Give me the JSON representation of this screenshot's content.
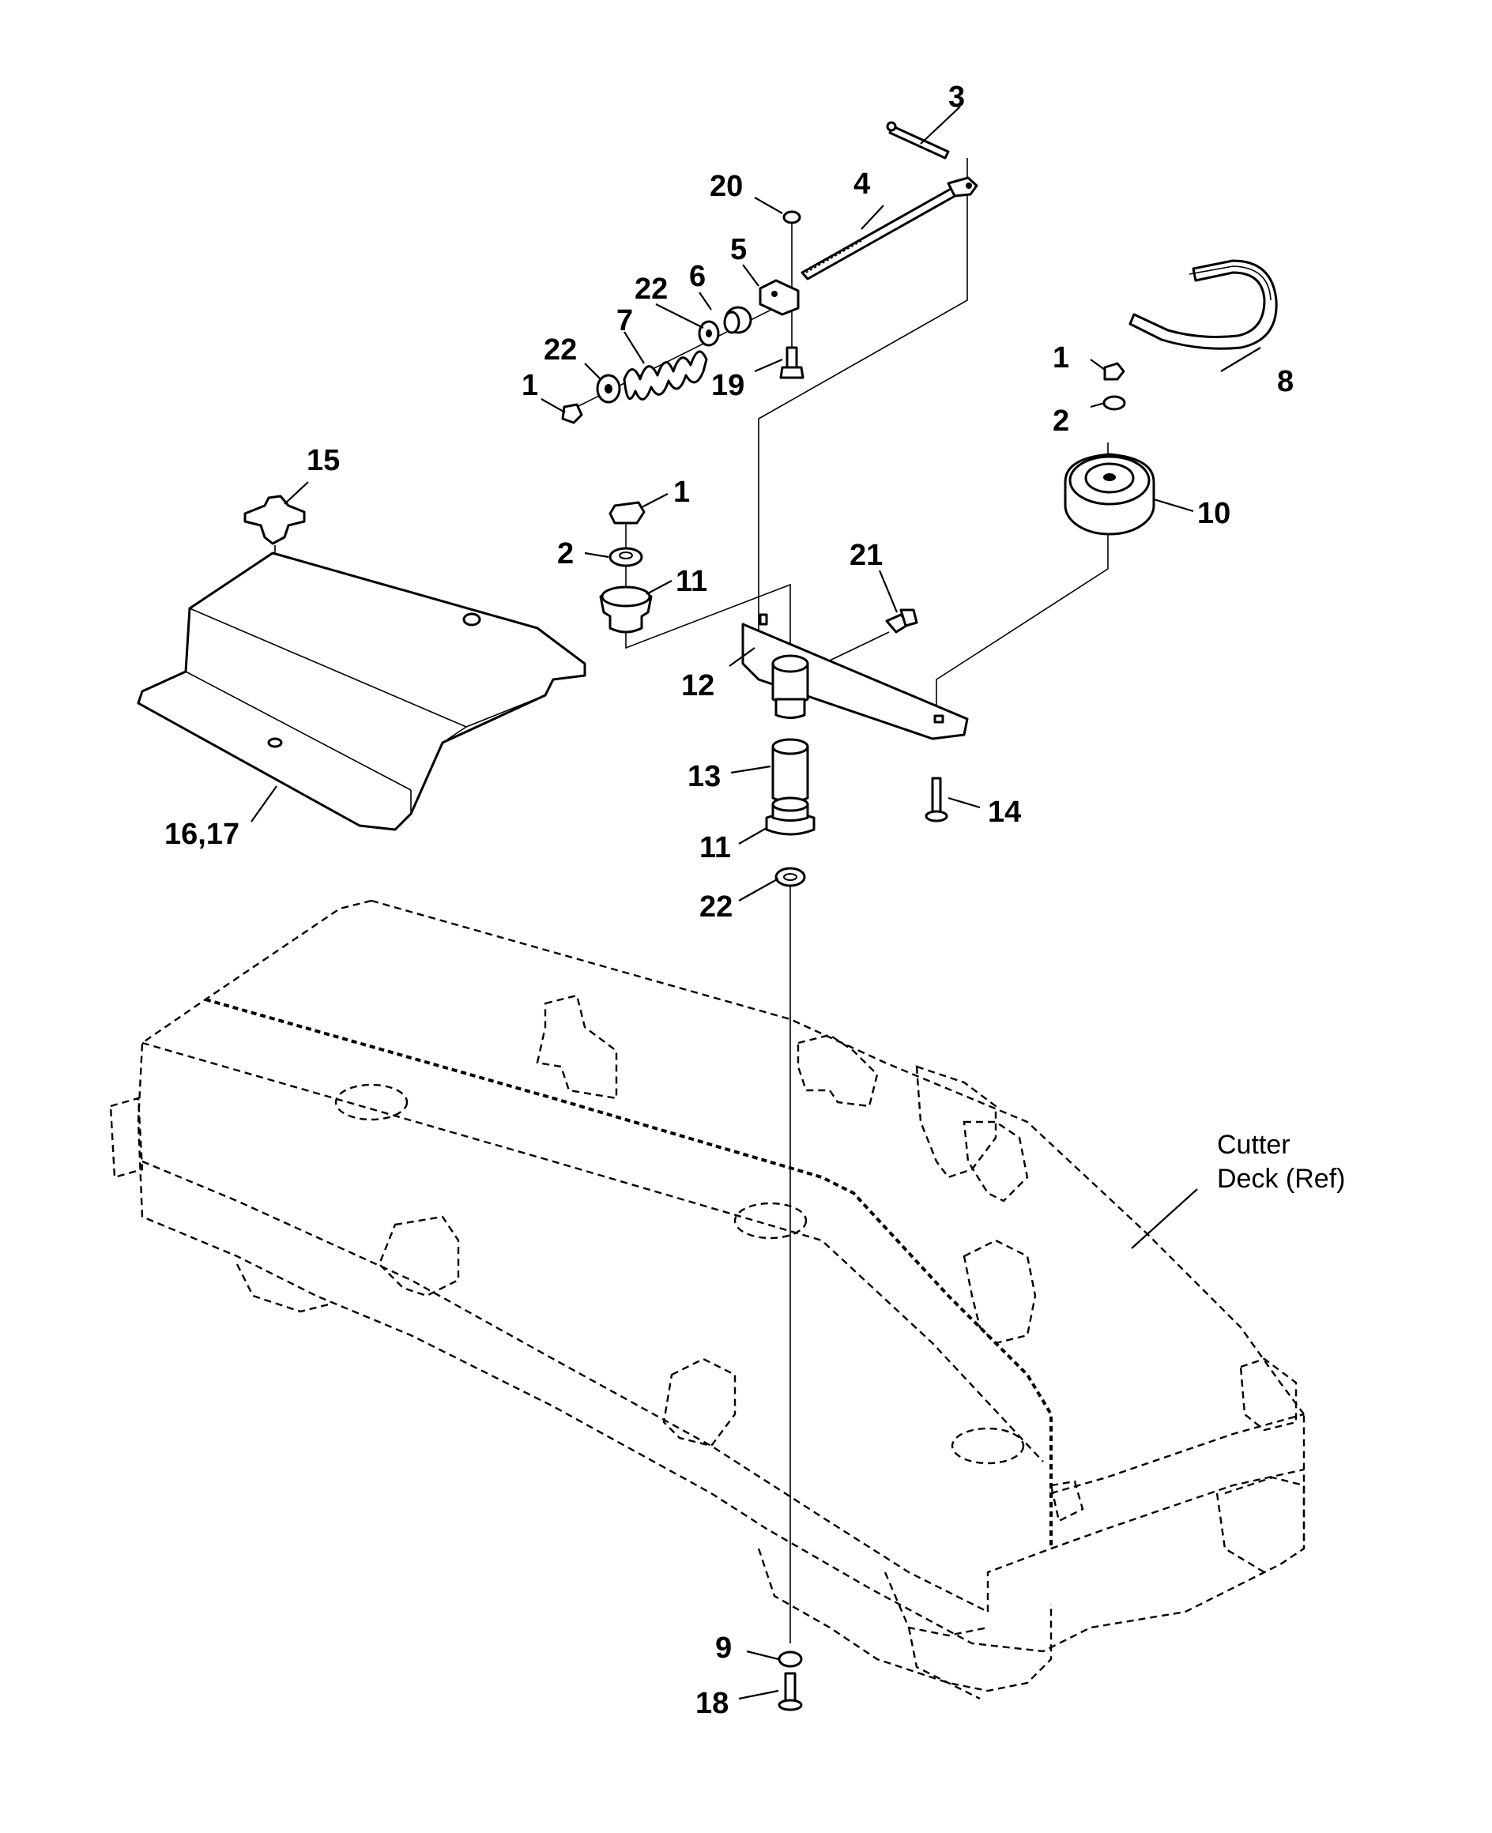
{
  "diagram": {
    "callouts": {
      "c1a": "1",
      "c1b": "1",
      "c1c": "1",
      "c2a": "2",
      "c2b": "2",
      "c3": "3",
      "c4": "4",
      "c5": "5",
      "c6": "6",
      "c7": "7",
      "c8": "8",
      "c9": "9",
      "c10": "10",
      "c11a": "11",
      "c11b": "11",
      "c12": "12",
      "c13": "13",
      "c14": "14",
      "c15": "15",
      "c1617": "16,17",
      "c18": "18",
      "c19": "19",
      "c20": "20",
      "c21": "21",
      "c22a": "22",
      "c22b": "22",
      "c22c": "22"
    },
    "reference_label_line1": "Cutter",
    "reference_label_line2": "Deck (Ref)"
  }
}
